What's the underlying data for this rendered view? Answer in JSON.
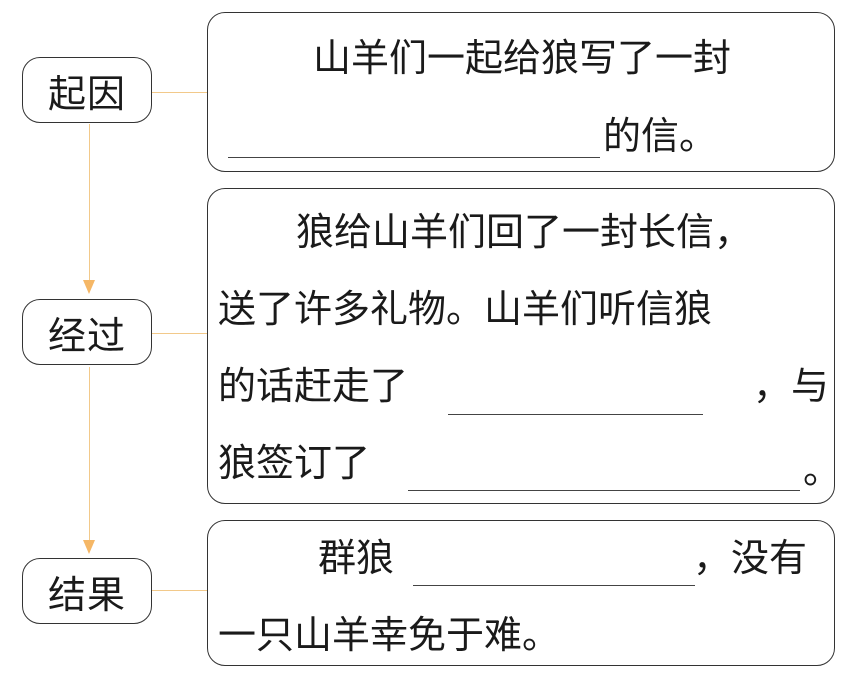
{
  "stages": [
    {
      "label": "起因"
    },
    {
      "label": "经过"
    },
    {
      "label": "结果"
    }
  ],
  "cause": {
    "line1": "山羊们一起给狼写了一封",
    "line2_after_blank": "的信。"
  },
  "process": {
    "line1": "狼给山羊们回了一封长信，",
    "line2": "送了许多礼物。山羊们听信狼",
    "line3_before_blank": "的话赶走了",
    "line3_after_blank": "，与",
    "line4_before_blank": "狼签订了",
    "line4_after_blank": "。"
  },
  "result": {
    "line1_before_blank": "群狼",
    "line1_after_blank": "，没有",
    "line2": "一只山羊幸免于难。"
  },
  "colors": {
    "connector": "#f2c98a",
    "arrow": "#f5b766",
    "border": "#333333"
  }
}
